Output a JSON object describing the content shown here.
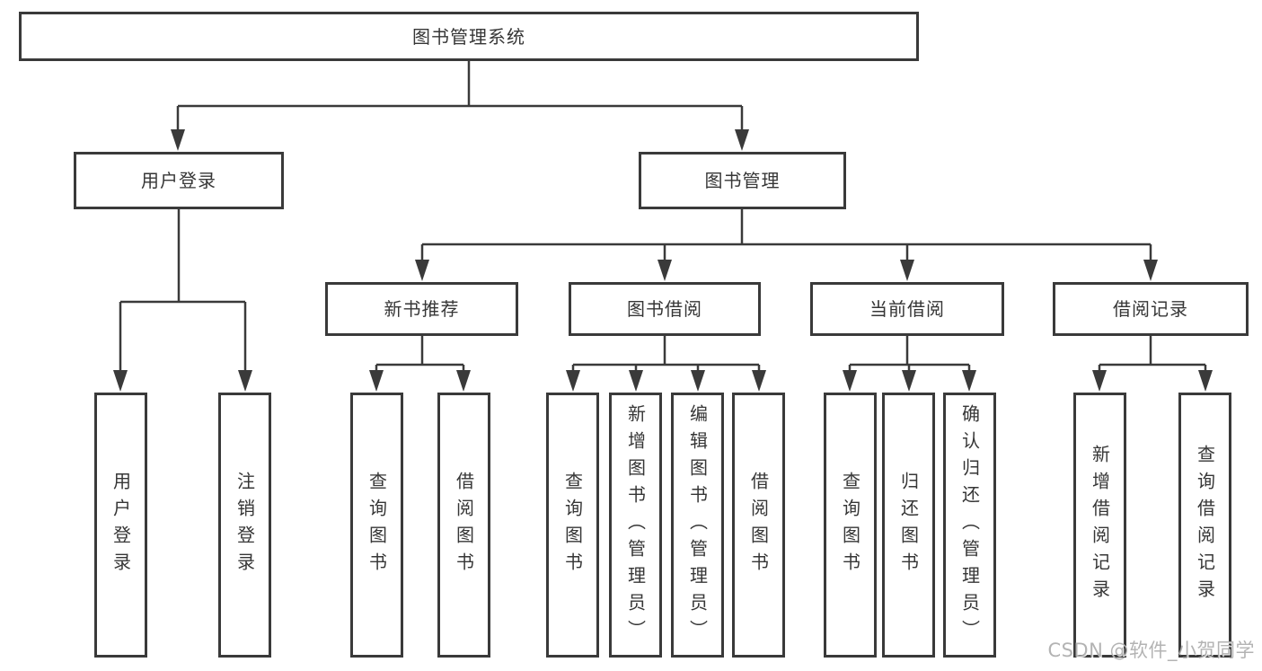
{
  "colors": {
    "line": "#3a3a3a",
    "box_border": "#3a3a3a",
    "text": "#363636",
    "watermark": "#a8a8a8"
  },
  "nodes": {
    "root": "图书管理系统",
    "user_login": "用户登录",
    "book_mgmt": "图书管理",
    "new_book_rec": "新书推荐",
    "book_borrow": "图书借阅",
    "current_borrow": "当前借阅",
    "borrow_records": "借阅记录",
    "leaf_user_login": "用户登录",
    "leaf_logout": "注销登录",
    "leaf_query_books_1": "查询图书",
    "leaf_borrow_books_1": "借阅图书",
    "leaf_query_books_2": "查询图书",
    "leaf_add_books": "新增图书（管理员）",
    "leaf_edit_books": "编辑图书（管理员）",
    "leaf_borrow_books_2": "借阅图书",
    "leaf_query_books_3": "查询图书",
    "leaf_return_books": "归还图书",
    "leaf_confirm_return": "确认归还（管理员）",
    "leaf_add_borrow_record": "新增借阅记录",
    "leaf_query_borrow_record": "查询借阅记录"
  },
  "watermark": "CSDN @软件_小贺同学"
}
